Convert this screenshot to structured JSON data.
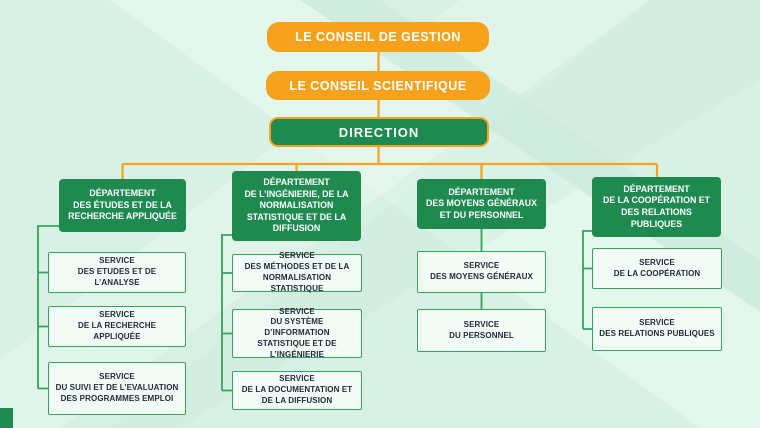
{
  "colors": {
    "orange": "#F6A21D",
    "green": "#1E8A4F",
    "line_green": "#33A35E"
  },
  "chain": [
    {
      "label": "LE CONSEIL DE GESTION"
    },
    {
      "label": "LE CONSEIL SCIENTIFIQUE"
    },
    {
      "label": "DIRECTION"
    }
  ],
  "departments": [
    {
      "prefix": "DÉPARTEMENT",
      "name": "DES ÉTUDES ET DE LA RECHERCHE APPLIQUÉE",
      "services": [
        {
          "prefix": "SERVICE",
          "name": "DES ETUDES ET DE L’ANALYSE"
        },
        {
          "prefix": "SERVICE",
          "name": "DE LA RECHERCHE APPLIQUÉE"
        },
        {
          "prefix": "SERVICE",
          "name": "DU SUIVI ET DE L’EVALUATION DES PROGRAMMES EMPLOI"
        }
      ]
    },
    {
      "prefix": "DÉPARTEMENT",
      "name": "DE L’INGÉNIERIE, DE LA NORMALISATION STATISTIQUE ET DE LA DIFFUSION",
      "services": [
        {
          "prefix": "SERVICE",
          "name": "DES MÉTHODES ET DE LA NORMALISATION STATISTIQUE"
        },
        {
          "prefix": "SERVICE",
          "name": "DU SYSTÈME D’INFORMATION STATISTIQUE ET DE L’INGÉNIERIE"
        },
        {
          "prefix": "SERVICE",
          "name": "DE LA DOCUMENTATION ET DE LA DIFFUSION"
        }
      ]
    },
    {
      "prefix": "DÉPARTEMENT",
      "name": "DES MOYENS GÉNÉRAUX ET DU PERSONNEL",
      "services": [
        {
          "prefix": "SERVICE",
          "name": "DES MOYENS GÉNÉRAUX"
        },
        {
          "prefix": "SERVICE",
          "name": "DU PERSONNEL"
        }
      ]
    },
    {
      "prefix": "DÉPARTEMENT",
      "name": "DE LA COOPÉRATION ET DES RELATIONS PUBLIQUES",
      "services": [
        {
          "prefix": "SERVICE",
          "name": "DE LA COOPÉRATION"
        },
        {
          "prefix": "SERVICE",
          "name": "DES RELATIONS PUBLIQUES"
        }
      ]
    }
  ]
}
